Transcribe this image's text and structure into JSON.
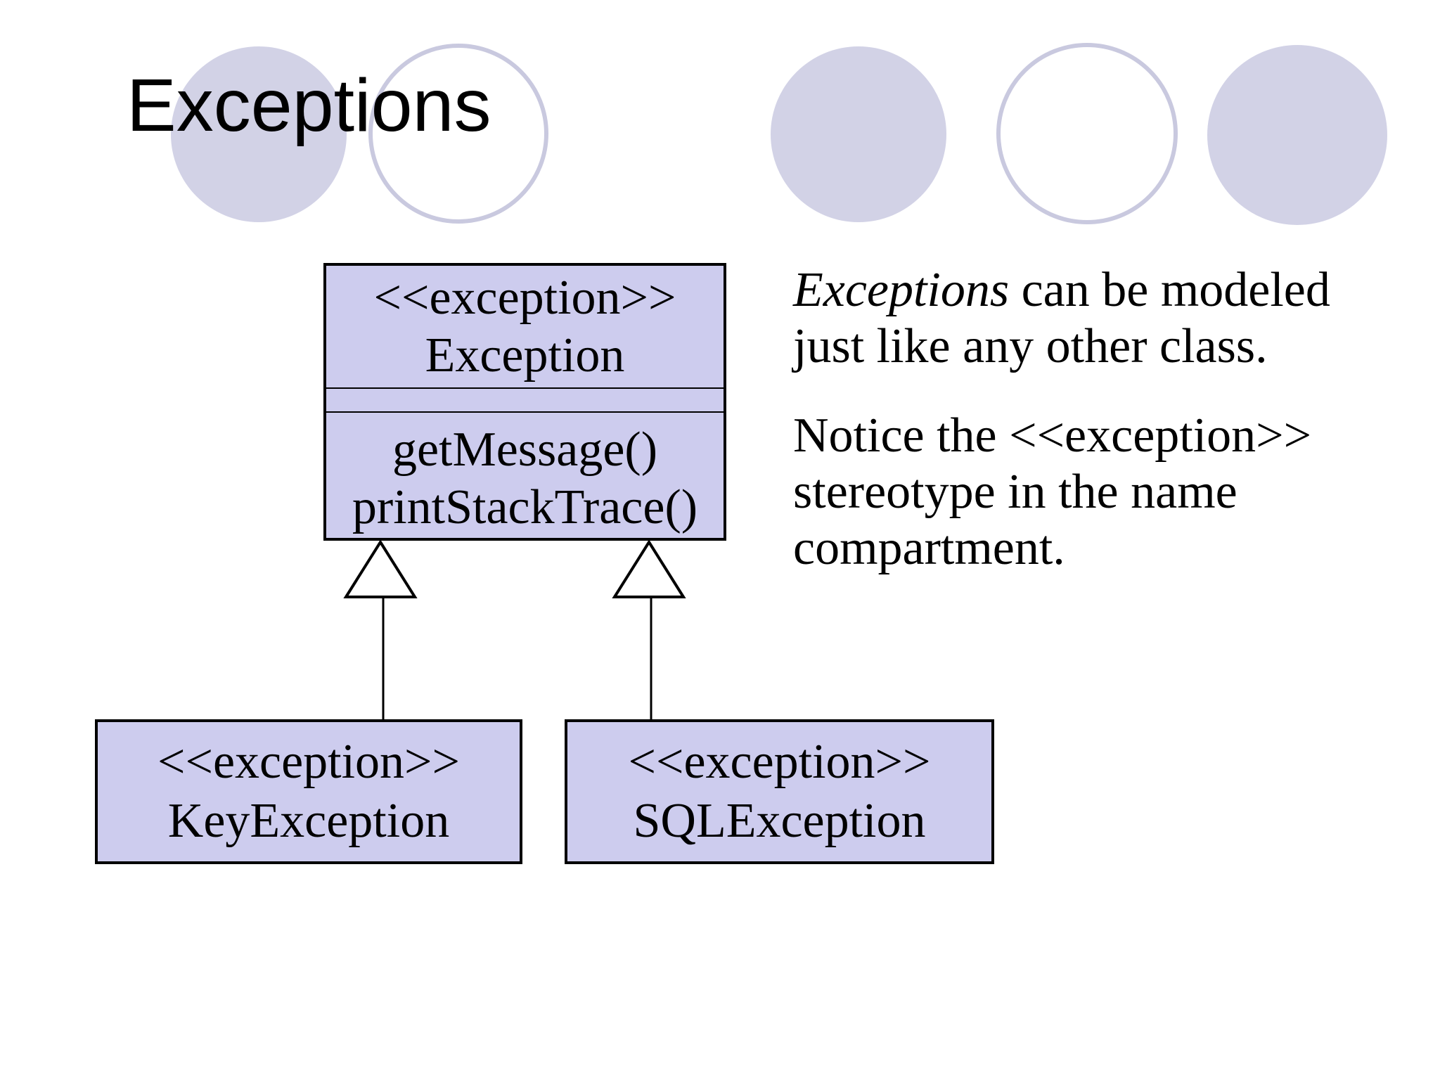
{
  "slide": {
    "title": "Exceptions"
  },
  "colors": {
    "background": "#ffffff",
    "box_fill": "#cdccee",
    "box_border": "#000000",
    "circle_fill": "#d2d2e6",
    "circle_outline": "#c9c9df",
    "text_color": "#000000"
  },
  "uml": {
    "parent": {
      "stereotype": "<<exception>>",
      "name": "Exception",
      "attributes": "",
      "methods": [
        "getMessage()",
        "printStackTrace()"
      ]
    },
    "children": [
      {
        "stereotype": "<<exception>>",
        "name": "KeyException"
      },
      {
        "stereotype": "<<exception>>",
        "name": "SQLException"
      }
    ]
  },
  "notes": {
    "para1": {
      "italic_lead": "Exceptions",
      "rest": " can be modeled just like any other class."
    },
    "para2": "Notice the <<exception>> stereotype in the name compartment."
  }
}
